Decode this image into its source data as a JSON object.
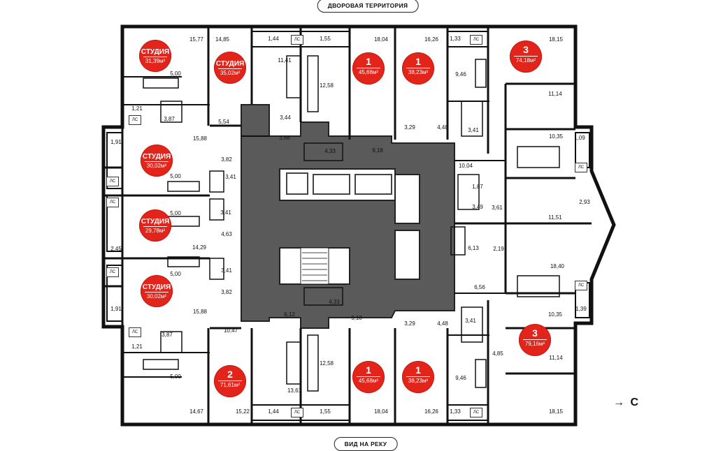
{
  "header_pill": "ДВОРОВАЯ ТЕРРИТОРИЯ",
  "footer_pill": "ВИД НА РЕКУ",
  "compass": {
    "arrow": "→",
    "label": "С"
  },
  "ls_label": "ЛС",
  "badges": [
    {
      "type": "СТУДИЯ",
      "area": "31,39м²"
    },
    {
      "type": "СТУДИЯ",
      "area": "35,02м²"
    },
    {
      "type": "1",
      "area": "45,68м²"
    },
    {
      "type": "1",
      "area": "38,23м²"
    },
    {
      "type": "3",
      "area": "74,18м²"
    },
    {
      "type": "СТУДИЯ",
      "area": "30,02м²"
    },
    {
      "type": "СТУДИЯ",
      "area": "29,78м²"
    },
    {
      "type": "СТУДИЯ",
      "area": "30,02м²"
    },
    {
      "type": "2",
      "area": "71,61м²"
    },
    {
      "type": "1",
      "area": "45,68м²"
    },
    {
      "type": "1",
      "area": "38,23м²"
    },
    {
      "type": "3",
      "area": "79,16м²"
    }
  ],
  "rooms": [
    "15,77",
    "14,85",
    "1,44",
    "1,55",
    "18,04",
    "16,26",
    "1,33",
    "18,15",
    "11,41",
    "5,00",
    "12,58",
    "9,46",
    "11,14",
    "1,21",
    "3,87",
    "5,54",
    "3,44",
    "3,29",
    "4,48",
    "3,41",
    "1,91",
    "15,88",
    "3,82",
    "3,88",
    "4,33",
    "9,18",
    "10,35",
    "1,09",
    "5,00",
    "3,41",
    "10,04",
    "1,87",
    "5,00",
    "3,41",
    "3,49",
    "3,61",
    "2,93",
    "4,63",
    "11,51",
    "2,45",
    "14,29",
    "6,13",
    "2,19",
    "18,40",
    "5,00",
    "3,41",
    "6,56",
    "3,82",
    "4,33",
    "10,35",
    "1,39",
    "1,91",
    "15,88",
    "6,12",
    "9,18",
    "3,29",
    "4,48",
    "3,41",
    "10,47",
    "3,87",
    "1,21",
    "4,85",
    "11,14",
    "12,58",
    "9,46",
    "5,00",
    "13,61",
    "14,67",
    "15,22",
    "1,44",
    "1,55",
    "18,04",
    "16,26",
    "1,33",
    "18,15"
  ]
}
